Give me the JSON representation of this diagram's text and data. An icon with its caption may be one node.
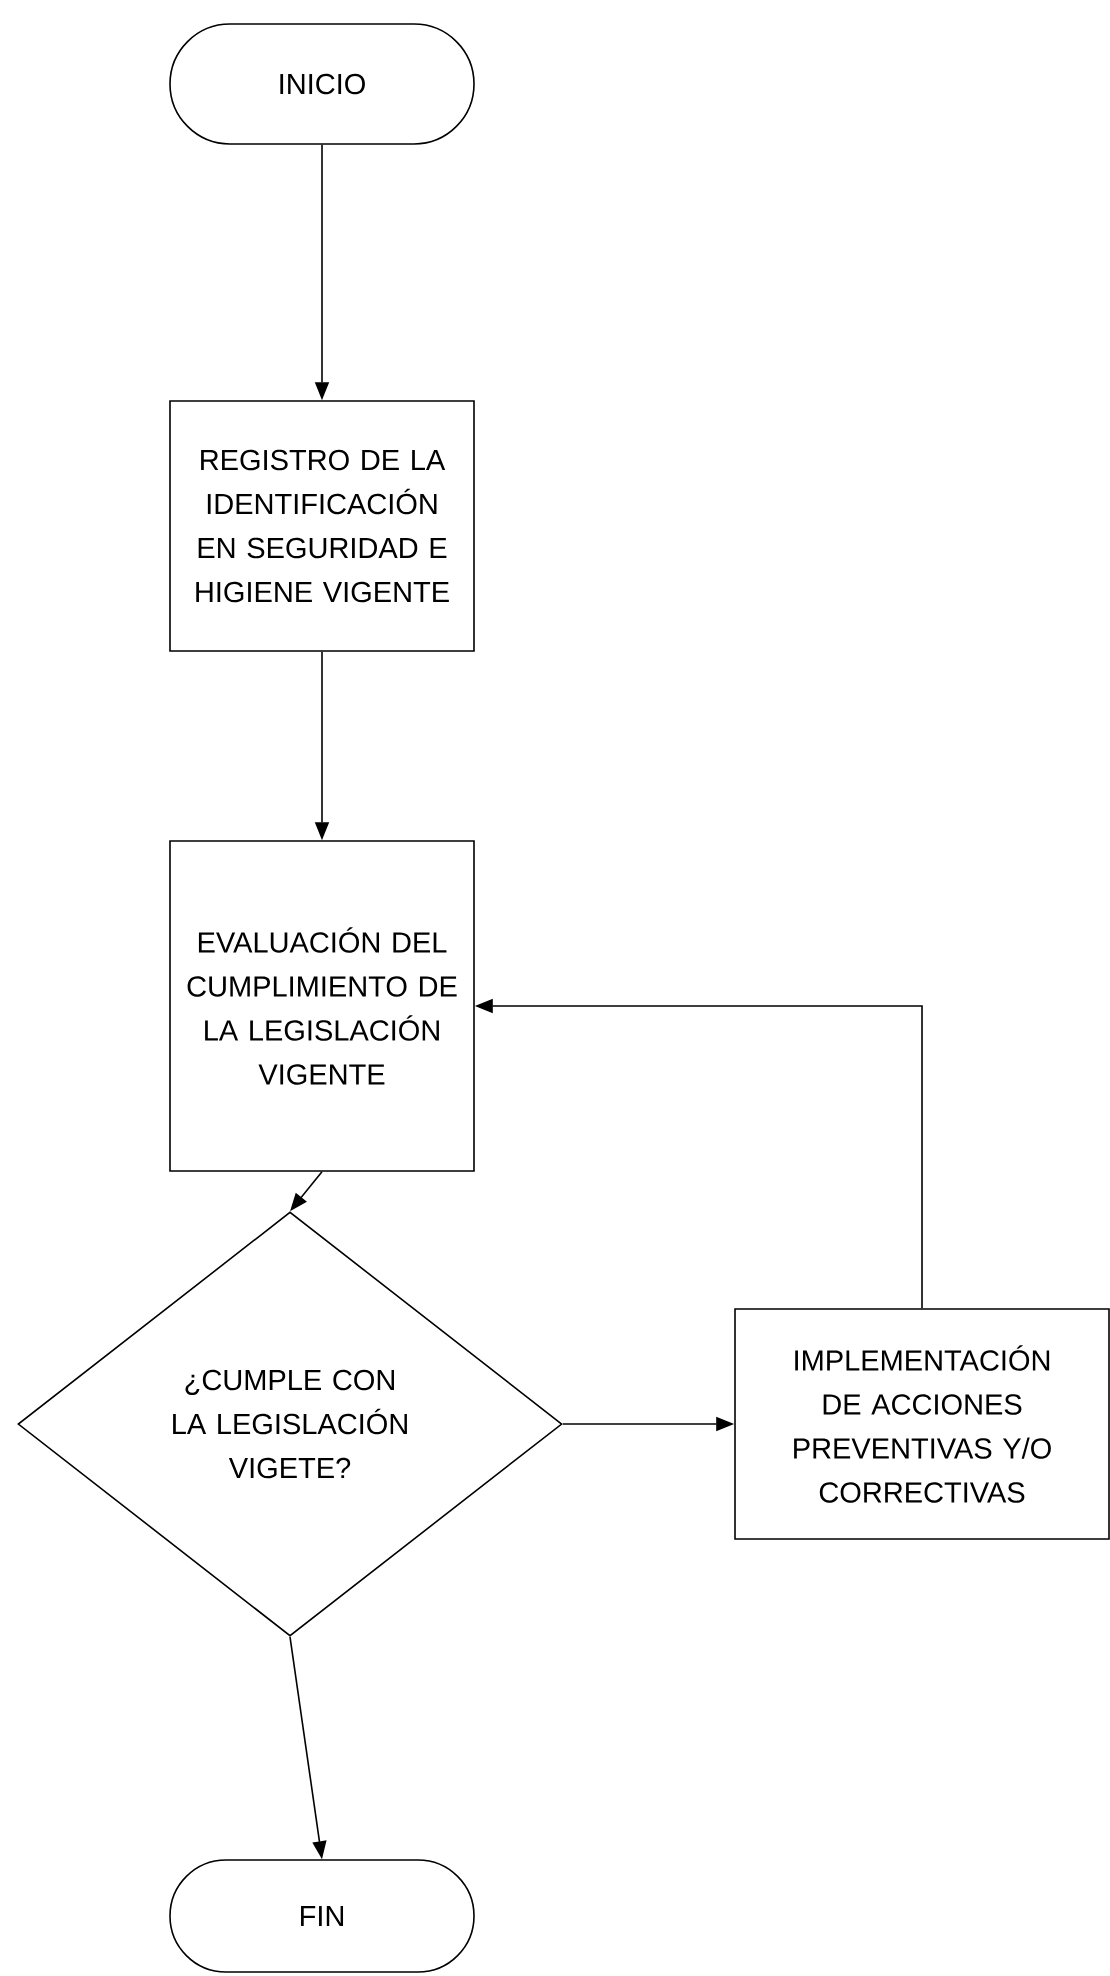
{
  "diagram": {
    "nodes": [
      {
        "text": [
          "INICIO"
        ]
      },
      {
        "text": [
          "REGISTRO DE LA IDENTIFICACIÓN EN SEGURIDAD E HIGIENE VIGENTE"
        ]
      },
      {
        "text": [
          "EVALUACIÓN DEL CUMPLIMIENTO DE LA LEGISLACIÓN VIGENTE"
        ]
      },
      {
        "text": [
          "¿CUMPLE CON LA LEGISLACIÓN VIGETE?"
        ]
      },
      {
        "text": [
          "IMPLEMENTACIÓN DE ACCIONES PREVENTIVAS Y/O CORRECTIVAS"
        ]
      },
      {
        "text": [
          "FIN"
        ]
      }
    ],
    "edges": [
      {
        "from": 0,
        "to": 1,
        "arrow": "to"
      },
      {
        "from": 1,
        "to": 2,
        "arrow": "to"
      },
      {
        "from": 2,
        "to": 3,
        "arrow": "to"
      },
      {
        "from": 3,
        "to": 4,
        "arrow": "to"
      },
      {
        "from": 4,
        "to": 2,
        "arrow": "to"
      },
      {
        "from": 3,
        "to": 5,
        "arrow": "to"
      }
    ]
  }
}
